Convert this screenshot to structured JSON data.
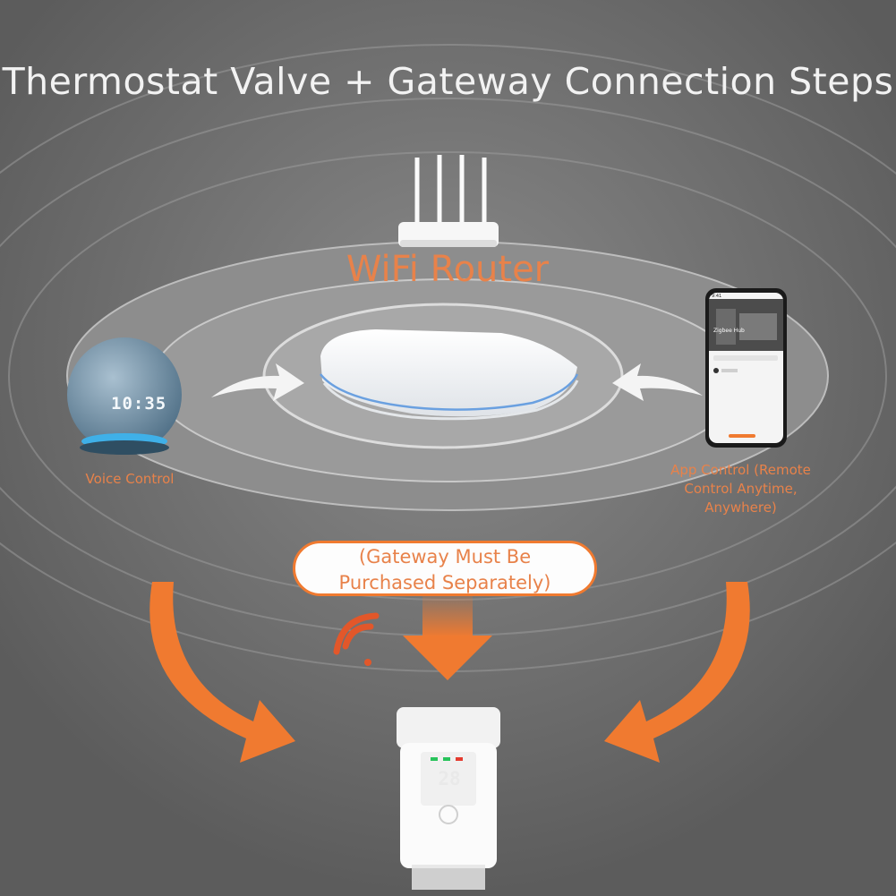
{
  "title": "Thermostat Valve + Gateway Connection Steps",
  "router_label": "WiFi Router",
  "voice_label": "Voice Control",
  "app_label": "App Control (Remote Control Anytime, Anywhere)",
  "gateway_note": {
    "line1": "(Gateway Must Be",
    "line2": "Purchased Separately)"
  },
  "speaker_display": "10:35",
  "valve_display": "28",
  "phone_status_time": "9:41",
  "phone_app_title": "Zigbee Hub",
  "colors": {
    "accent_orange": "#f07a30",
    "label_orange": "#e8824a",
    "background": "#6b6b6b",
    "title_text": "#f2f2f2"
  },
  "icons": [
    "wifi-router-icon",
    "gateway-hub-icon",
    "smart-speaker-icon",
    "smartphone-icon",
    "thermostat-valve-icon",
    "wifi-signal-icon",
    "arrow-icon"
  ]
}
